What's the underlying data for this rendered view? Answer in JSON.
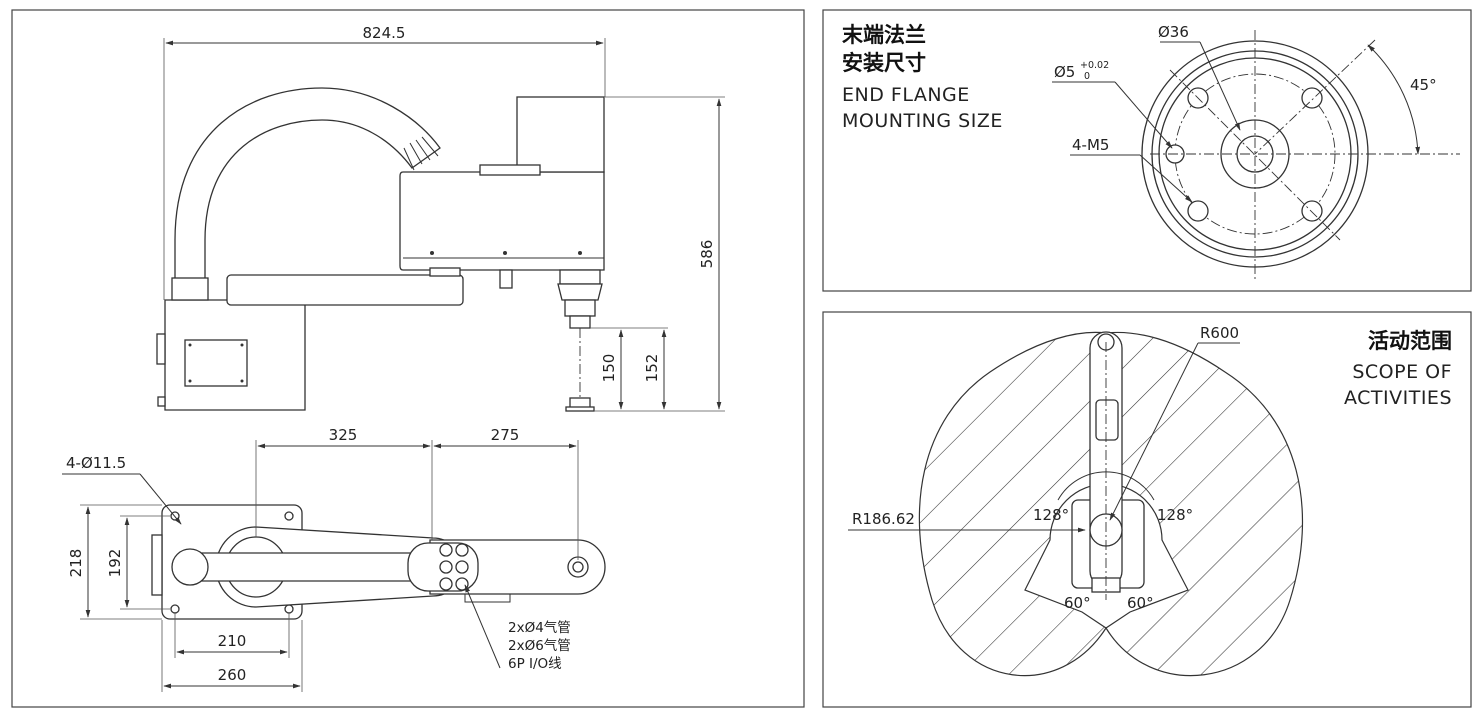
{
  "side_view": {
    "total_reach": "824.5",
    "height": "586",
    "stroke_a": "150",
    "stroke_b": "152"
  },
  "top_view": {
    "arm1_length": "325",
    "arm2_length": "275",
    "mount_holes": "4-Ø11.5",
    "base_depth_outer": "218",
    "base_depth_inner": "192",
    "base_hole_spacing": "210",
    "base_width": "260",
    "cable_notes": [
      "2xØ4气管",
      "2xØ6气管",
      "6P I/O线"
    ]
  },
  "flange": {
    "title_cn_1": "末端法兰",
    "title_cn_2": "安装尺寸",
    "title_en_1": "END FLANGE",
    "title_en_2": "MOUNTING SIZE",
    "diameter": "Ø36",
    "pin_hole": "Ø5",
    "tol_upper": "+0.02",
    "tol_lower": "0",
    "thread_holes": "4-M5",
    "angle": "45°"
  },
  "scope": {
    "title_cn": "活动范围",
    "title_en_1": "SCOPE OF",
    "title_en_2": "ACTIVITIES",
    "outer_radius": "R600",
    "inner_radius": "R186.62",
    "angle_left": "128°",
    "angle_right": "128°",
    "angle_bottom_left": "60°",
    "angle_bottom_right": "60°"
  }
}
